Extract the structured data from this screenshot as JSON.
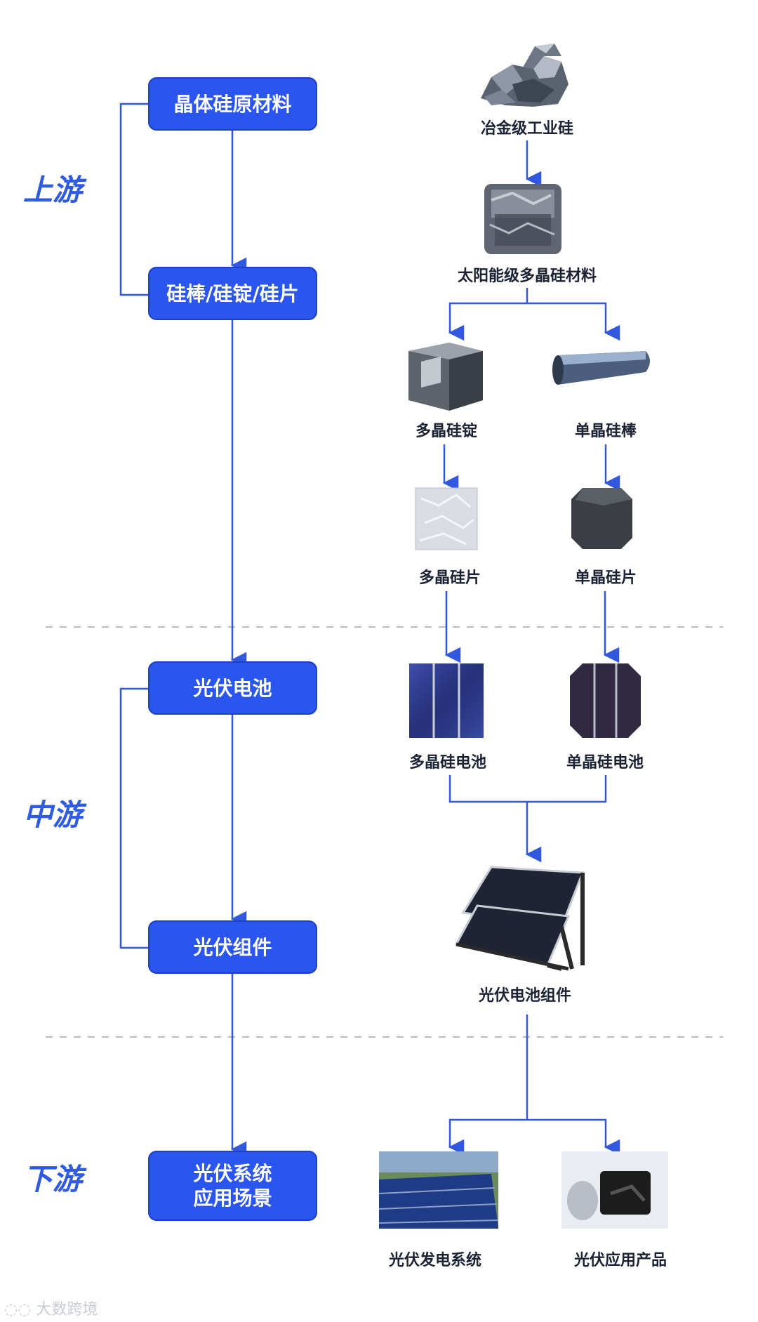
{
  "stages": {
    "upstream": "上游",
    "midstream": "中游",
    "downstream": "下游"
  },
  "boxes": {
    "raw_material": "晶体硅原材料",
    "rod_ingot_wafer": "硅棒/硅锭/硅片",
    "pv_cell": "光伏电池",
    "pv_module": "光伏组件",
    "pv_system_line1": "光伏系统",
    "pv_system_line2": "应用场景"
  },
  "items": {
    "metallurgical_silicon": "冶金级工业硅",
    "solar_polysilicon": "太阳能级多晶硅材料",
    "poly_ingot": "多晶硅锭",
    "mono_rod": "单晶硅棒",
    "poly_wafer": "多晶硅片",
    "mono_wafer": "单晶硅片",
    "poly_cell": "多晶硅电池",
    "mono_cell": "单晶硅电池",
    "pv_cell_module": "光伏电池组件",
    "pv_power_system": "光伏发电系统",
    "pv_products": "光伏应用产品"
  },
  "watermark": "大数跨境",
  "colors": {
    "accent": "#2a55ef",
    "stage_text": "#2f5be0",
    "connector": "#3358e0",
    "divider": "#b8bcc6"
  }
}
